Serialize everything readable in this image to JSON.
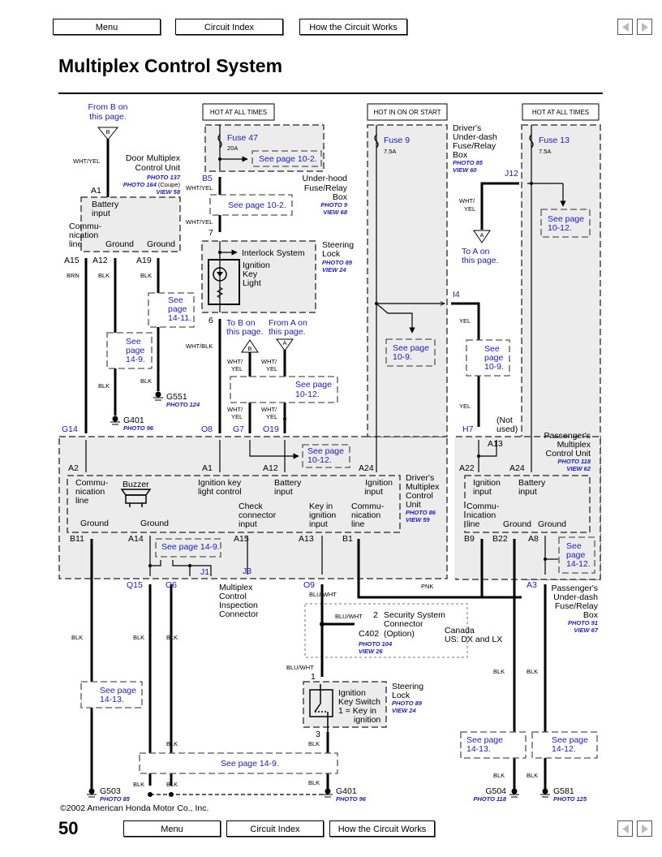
{
  "nav": {
    "top": {
      "menu": "Menu",
      "circuit_index": "Circuit Index",
      "how_it_works": "How the Circuit Works"
    },
    "bottom": {
      "menu": "Menu",
      "circuit_index": "Circuit Index",
      "how_it_works": "How the Circuit Works"
    },
    "prev_icon": "triangle-left-icon",
    "next_icon": "triangle-right-icon"
  },
  "page": {
    "title": "Multiplex Control System",
    "number": "50",
    "copyright": "©2002 American Honda Motor Co., Inc."
  },
  "power_labels": {
    "hot1": "HOT AT ALL TIMES",
    "hot2": "HOT IN ON OR START",
    "hot3": "HOT AT ALL TIMES"
  },
  "fuses": {
    "f47": {
      "name": "Fuse 47",
      "rating": "20A"
    },
    "f9": {
      "name": "Fuse 9",
      "rating": "7.5A"
    },
    "f13": {
      "name": "Fuse 13",
      "rating": "7.5A"
    }
  },
  "components": {
    "door_mcu": {
      "line1": "Door Multiplex",
      "line2": "Control Unit",
      "photo1": "PHOTO 137",
      "photo2": "PHOTO 164",
      "photo2_note": "(Coupe)",
      "view": "VIEW 58",
      "battery": "Battery",
      "input": "input",
      "comm1": "Commu-",
      "comm2": "nication",
      "comm3": "line",
      "ground1": "Ground",
      "ground2": "Ground"
    },
    "underhood": {
      "line1": "Under-hood",
      "line2": "Fuse/Relay",
      "line3": "Box",
      "photo": "PHOTO 9",
      "view": "VIEW 68"
    },
    "steering_lock_top": {
      "line1": "Steering",
      "line2": "Lock",
      "photo": "PHOTO 89",
      "view": "VIEW 24",
      "interlock": "Interlock System",
      "key1": "Ignition",
      "key2": "Key",
      "key3": "Light"
    },
    "driver_underdash": {
      "line1": "Driver's",
      "line2": "Under-dash",
      "line3": "Fuse/Relay",
      "line4": "Box",
      "photo": "PHOTO 85",
      "view": "VIEW 60"
    },
    "driver_mcu": {
      "line1": "Driver's",
      "line2": "Multiplex",
      "line3": "Control",
      "line4": "Unit",
      "photo": "PHOTO 86",
      "view": "VIEW 59",
      "comm1": "Commu-",
      "comm2": "nication",
      "comm3": "line",
      "buzzer": "Buzzer",
      "igkey1": "Ignition key",
      "igkey2": "light control",
      "batt1": "Battery",
      "batt2": "input",
      "ign1": "Ignition",
      "ign2": "input",
      "check1": "Check",
      "check2": "connector",
      "check3": "input",
      "keyin1": "Key in",
      "keyin2": "ignition",
      "keyin3": "input",
      "comm_b1": "Commu-",
      "comm_b2": "nication",
      "comm_b3": "line",
      "ground1": "Ground",
      "ground2": "Ground"
    },
    "pass_mcu": {
      "line1": "Passenger's",
      "line2": "Multiplex",
      "line3": "Control Unit",
      "photo": "PHOTO 118",
      "view": "VIEW 62",
      "ign1": "Ignition",
      "ign2": "input",
      "batt1": "Battery",
      "batt2": "input",
      "comm1": "Commu-",
      "comm2": "nication",
      "comm3": "line",
      "ground1": "Ground",
      "ground2": "Ground",
      "notused1": "(Not",
      "notused2": "used)"
    },
    "pass_underdash": {
      "line1": "Passenger's",
      "line2": "Under-dash",
      "line3": "Fuse/Relay",
      "line4": "Box",
      "photo": "PHOTO 91",
      "view": "VIEW 67"
    },
    "mic": {
      "line1": "Multiplex",
      "line2": "Control",
      "line3": "Inspection",
      "line4": "Connector"
    },
    "security": {
      "pin": "2",
      "line1": "Security System",
      "line2": "Connector",
      "line3": "(Option)",
      "conn": "C402",
      "photo": "PHOTO 104",
      "view": "VIEW 26",
      "market1": "Canada",
      "market2": "US: DX and LX"
    },
    "steering_lock_bottom": {
      "line1": "Steering",
      "line2": "Lock",
      "photo": "PHOTO 89",
      "view": "VIEW 24",
      "sw1": "Ignition",
      "sw2": "Key Switch",
      "sw3": "1 =  Key in",
      "sw4": "ignition",
      "pin_top": "1",
      "pin_bot": "3"
    }
  },
  "references": {
    "from_b": [
      "From B on",
      "this page."
    ],
    "to_b": [
      "To B on",
      "this page."
    ],
    "from_a": [
      "From A on",
      "this page."
    ],
    "to_a": [
      "To  A on",
      "this page."
    ],
    "see_10_2a": "See page 10-2.",
    "see_10_2b": "See page 10-2.",
    "see_14_11": [
      "See",
      "page",
      "14-11."
    ],
    "see_14_9a": [
      "See",
      "page",
      "14-9."
    ],
    "see_10_12a": [
      "See page",
      "10-12."
    ],
    "see_10_12b": [
      "See page",
      "10-12."
    ],
    "see_10_12c": [
      "See page",
      "10-12."
    ],
    "see_10_9a": [
      "See page",
      "10-9."
    ],
    "see_10_9b": [
      "See",
      "page",
      "10-9."
    ],
    "see_14_9b": "See page 14-9.",
    "see_14_12a": [
      "See",
      "page",
      "14-12."
    ],
    "see_14_13a": [
      "See page",
      "14-13."
    ],
    "see_14_9c": "See page 14-9.",
    "see_14_13b": [
      "See page",
      "14-13."
    ],
    "see_14_12b": [
      "See page",
      "14-12."
    ]
  },
  "connectors": {
    "A1_door": "A1",
    "A15": "A15",
    "A12_door": "A12",
    "A19": "A19",
    "B5": "B5",
    "pin7": "7",
    "pin6": "6",
    "J12": "J12",
    "I4": "I4",
    "G14": "G14",
    "O8": "O8",
    "G7": "G7",
    "O19": "O19",
    "H7": "H7",
    "A13_pass": "A13",
    "A2": "A2",
    "A1_drv": "A1",
    "A12_drv": "A12",
    "A24_drv": "A24",
    "A22": "A22",
    "A24_pass": "A24",
    "B11": "B11",
    "A14": "A14",
    "A15_drv": "A15",
    "A13_drv": "A13",
    "B1": "B1",
    "B9": "B9",
    "B22": "B22",
    "A8": "A8",
    "J3": "J3",
    "J1": "J1",
    "Q15": "Q15",
    "O6": "O6",
    "O9": "O9",
    "A3": "A3"
  },
  "wire_colors": {
    "wht_yel": "WHT/YEL",
    "wht": "WHT/",
    "yel": "YEL",
    "brn": "BRN",
    "blk": "BLK",
    "wht_blk": "WHT/BLK",
    "pnk": "PNK",
    "blu_wht": "BLU/WHT",
    "yel_single": "YEL"
  },
  "grounds": {
    "G401a": {
      "name": "G401",
      "photo": "PHOTO 96"
    },
    "G551": {
      "name": "G551",
      "photo": "PHOTO 124"
    },
    "G503": {
      "name": "G503",
      "photo": "PHOTO 85"
    },
    "G401b": {
      "name": "G401",
      "photo": "PHOTO 96"
    },
    "G504": {
      "name": "G504",
      "photo": "PHOTO 118"
    },
    "G581": {
      "name": "G581",
      "photo": "PHOTO 125"
    }
  },
  "colors": {
    "link_blue": "#1a1ac8",
    "box_fill": "#ececec",
    "wire": "#000000"
  }
}
